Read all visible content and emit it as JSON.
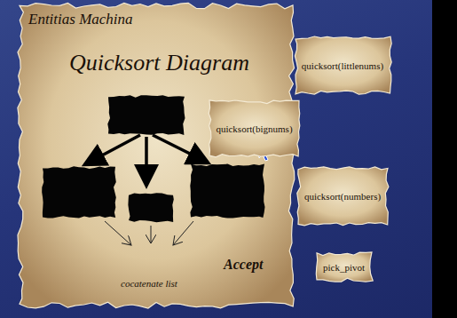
{
  "diagram": {
    "title": "Quicksort Diagram",
    "nodes": [
      {
        "text": [
          "quicksort(littlenums)"
        ]
      },
      {
        "text": [
          "quicksort(bignums)"
        ]
      },
      {
        "text": [
          "quicksort(numbers)"
        ]
      },
      {
        "text": [
          "pick_pivot"
        ]
      }
    ],
    "labels": [
      "Entitias Machina",
      "Accept",
      "cocatenate list"
    ]
  }
}
